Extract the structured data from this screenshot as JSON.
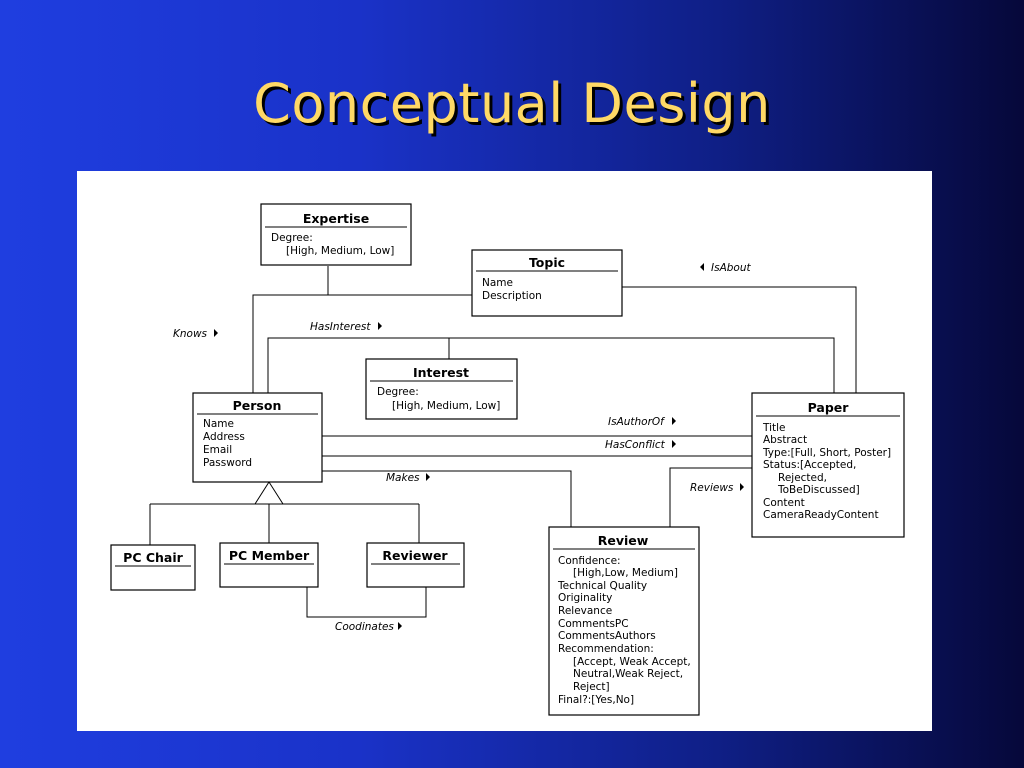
{
  "title": "Conceptual Design",
  "classes": {
    "expertise": {
      "name": "Expertise",
      "attrs": [
        "Degree:",
        "[High, Medium, Low]"
      ]
    },
    "topic": {
      "name": "Topic",
      "attrs": [
        "Name",
        "Description"
      ]
    },
    "interest": {
      "name": "Interest",
      "attrs": [
        "Degree:",
        "[High, Medium, Low]"
      ]
    },
    "person": {
      "name": "Person",
      "attrs": [
        "Name",
        "Address",
        "Email",
        "Password"
      ]
    },
    "paper": {
      "name": "Paper",
      "attrs": [
        "Title",
        "Abstract",
        "Type:[Full, Short, Poster]",
        "Status:[Accepted,",
        "Rejected,",
        "ToBeDiscussed]",
        "Content",
        "CameraReadyContent"
      ]
    },
    "review": {
      "name": "Review",
      "attrs": [
        "Confidence:",
        "[High,Low, Medium]",
        "Technical Quality",
        "Originality",
        "Relevance",
        "CommentsPC",
        "CommentsAuthors",
        "Recommendation:",
        "[Accept, Weak Accept,",
        "Neutral,Weak Reject,",
        "Reject]",
        "Final?:[Yes,No]"
      ]
    },
    "pc_chair": {
      "name": "PC Chair"
    },
    "pc_member": {
      "name": "PC Member"
    },
    "reviewer": {
      "name": "Reviewer"
    }
  },
  "associations": {
    "knows": "Knows",
    "has_interest": "HasInterest",
    "is_about": "IsAbout",
    "is_author_of": "IsAuthorOf",
    "has_conflict": "HasConflict",
    "makes": "Makes",
    "reviews": "Reviews",
    "coodinates": "Coodinates"
  }
}
